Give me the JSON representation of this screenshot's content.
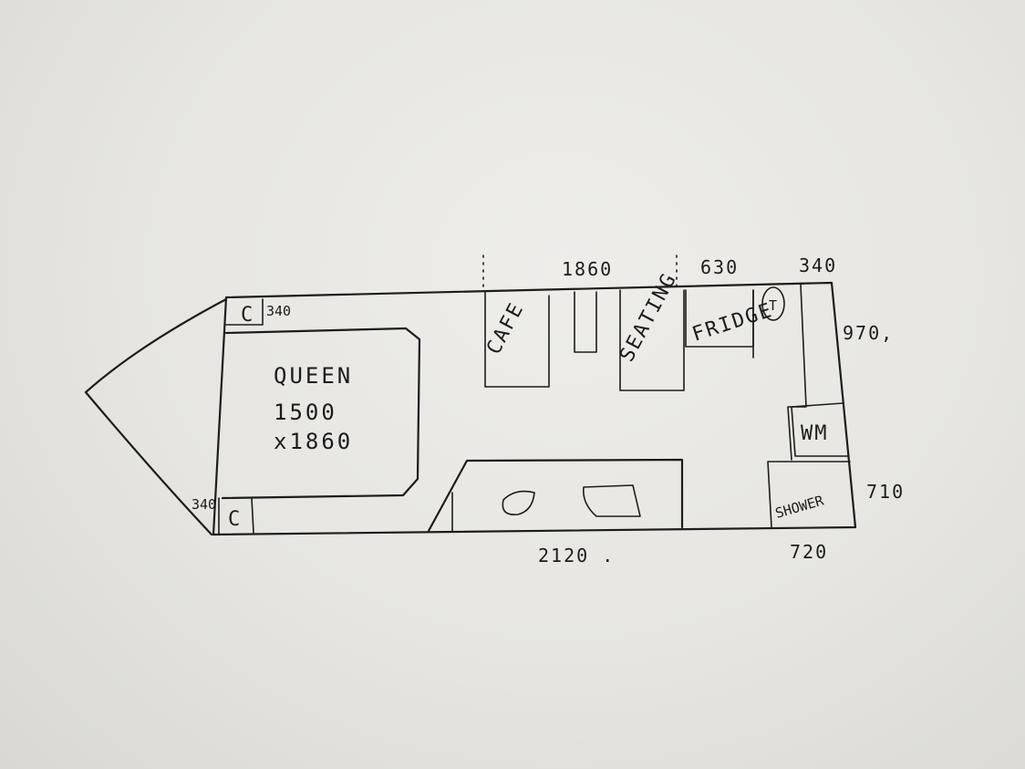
{
  "rooms": {
    "queen_line1": "QUEEN",
    "queen_line2": "1500",
    "queen_line3": "x1860",
    "cafe": "CAFE",
    "seating": "SEATING",
    "fridge": "FRIDGE",
    "toilet": "T",
    "wm": "WM",
    "shower": "SHOWER",
    "cupboard_top": "C",
    "cupboard_bottom": "C"
  },
  "dimensions": {
    "top_left_cupboard": "340",
    "bottom_left_cupboard": "340",
    "top_middle": "1860",
    "fridge_width": "630",
    "toilet_width": "340",
    "right_upper": "970,",
    "right_lower": "710",
    "bottom_kitchen": "2120 .",
    "bottom_shower": "720"
  }
}
